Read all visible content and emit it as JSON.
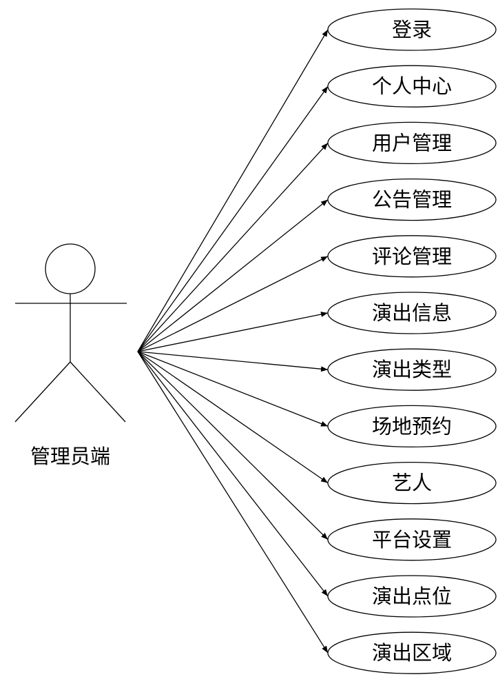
{
  "actor": {
    "name": "管理员端",
    "icon": "stick-figure-actor-icon"
  },
  "use_cases": [
    {
      "label": "登录"
    },
    {
      "label": "个人中心"
    },
    {
      "label": "用户管理"
    },
    {
      "label": "公告管理"
    },
    {
      "label": "评论管理"
    },
    {
      "label": "演出信息"
    },
    {
      "label": "演出类型"
    },
    {
      "label": "场地预约"
    },
    {
      "label": "艺人"
    },
    {
      "label": "平台设置"
    },
    {
      "label": "演出点位"
    },
    {
      "label": "演出区域"
    }
  ],
  "colors": {
    "line": "#000000",
    "background": "#ffffff"
  }
}
